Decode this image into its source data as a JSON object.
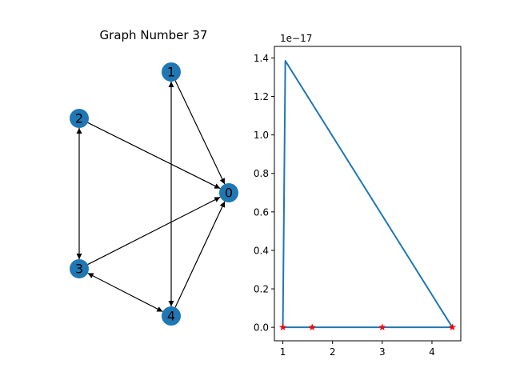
{
  "chart_data": [
    {
      "type": "graph",
      "title": "Graph Number 37",
      "node_color": "#1f77b4",
      "edge_color": "#000000",
      "nodes": [
        {
          "id": "0"
        },
        {
          "id": "1"
        },
        {
          "id": "2"
        },
        {
          "id": "3"
        },
        {
          "id": "4"
        }
      ],
      "edges": [
        {
          "from": "1",
          "to": "0",
          "bidirectional": false
        },
        {
          "from": "2",
          "to": "0",
          "bidirectional": false
        },
        {
          "from": "3",
          "to": "0",
          "bidirectional": false
        },
        {
          "from": "4",
          "to": "0",
          "bidirectional": false
        },
        {
          "from": "1",
          "to": "4",
          "bidirectional": true
        },
        {
          "from": "2",
          "to": "3",
          "bidirectional": true
        },
        {
          "from": "3",
          "to": "4",
          "bidirectional": true
        }
      ]
    },
    {
      "type": "line",
      "title": "",
      "xlabel": "",
      "ylabel": "",
      "offset_text": "1e−17",
      "xlim": [
        0.83,
        4.58
      ],
      "ylim": [
        -0.07,
        1.46
      ],
      "xticks": [
        1,
        2,
        3,
        4
      ],
      "yticks": [
        0.0,
        0.2,
        0.4,
        0.6,
        0.8,
        1.0,
        1.2,
        1.4
      ],
      "series": [
        {
          "color": "#1f77b4",
          "x": [
            1.0,
            1.0,
            1.05,
            4.41,
            1.0
          ],
          "y": [
            0.0,
            0.0,
            1.385,
            0.0,
            0.0
          ]
        }
      ],
      "markers": {
        "color": "#ff0000",
        "shape": "star",
        "x": [
          1.0,
          1.59,
          3.0,
          4.41
        ],
        "y": [
          0.0,
          0.0,
          0.0,
          0.0
        ]
      }
    }
  ]
}
